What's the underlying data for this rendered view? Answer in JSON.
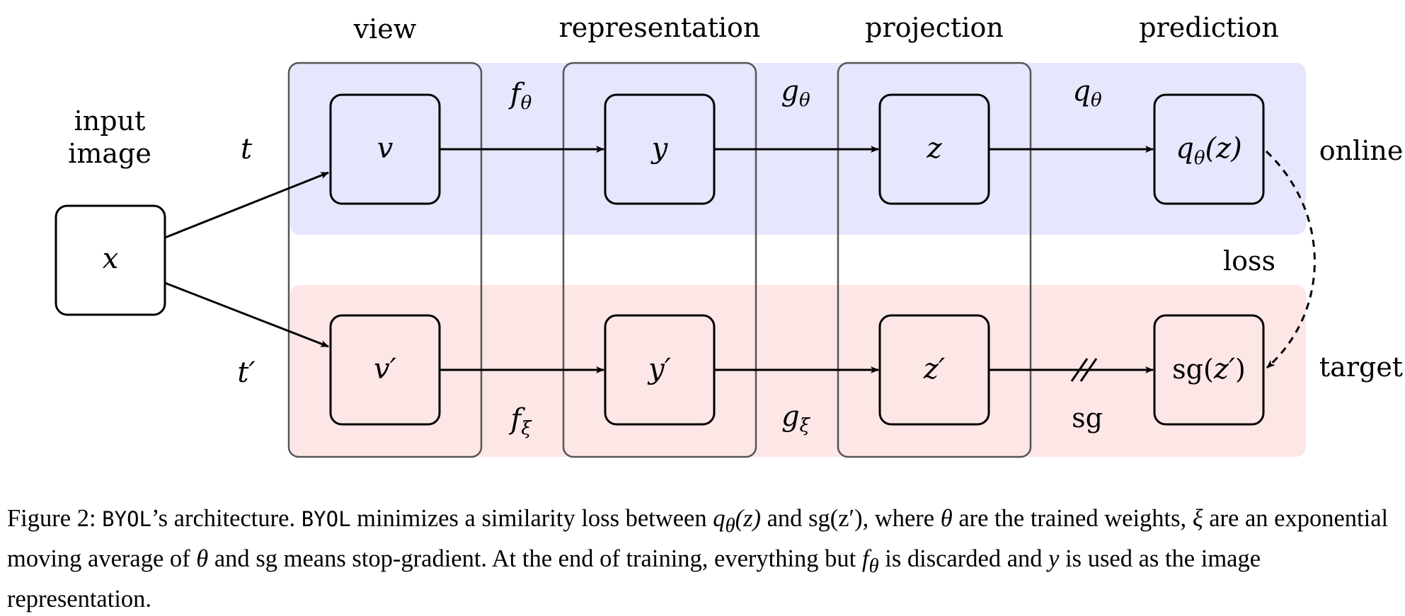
{
  "headers": {
    "view": "view",
    "representation": "representation",
    "projection": "projection",
    "prediction": "prediction"
  },
  "labels": {
    "input_line1": "input",
    "input_line2": "image",
    "online": "online",
    "target": "target",
    "loss": "loss",
    "sg": "sg"
  },
  "nodes": {
    "x": "x",
    "v": "v",
    "y": "y",
    "z": "z",
    "v_prime": "v′",
    "y_prime": "y′",
    "z_prime": "z′",
    "q_base": "q",
    "q_sub": "θ",
    "q_arg": "(z)",
    "sg_text": "sg(",
    "sg_arg": "z′",
    "sg_close": ")"
  },
  "edges": {
    "t": "t",
    "t_prime": "t′",
    "f": "f",
    "g": "g",
    "q": "q",
    "theta": "θ",
    "xi": "ξ"
  },
  "colors": {
    "online_band": "#e6e6fc",
    "target_band": "#fde6e6",
    "column_border": "#555555",
    "node_border": "#000000"
  },
  "caption": {
    "prefix": "Figure 2: ",
    "byol": "BYOL",
    "part1": "’s architecture. ",
    "part2": " minimizes a similarity loss between ",
    "q_expr": "q",
    "q_sub": "θ",
    "q_arg": "(z)",
    "and": " and ",
    "sg_expr": "sg(z′)",
    "part3": ", where ",
    "theta": "θ",
    "part4": " are the trained weights, ",
    "xi": "ξ",
    "part5": " are an exponential moving average of ",
    "part6": " and ",
    "sg": "sg",
    "part7": " means stop-gradient. At the end of training, everything but ",
    "f": "f",
    "part8": " is discarded and ",
    "y": "y",
    "part9": " is used as the image representation."
  }
}
